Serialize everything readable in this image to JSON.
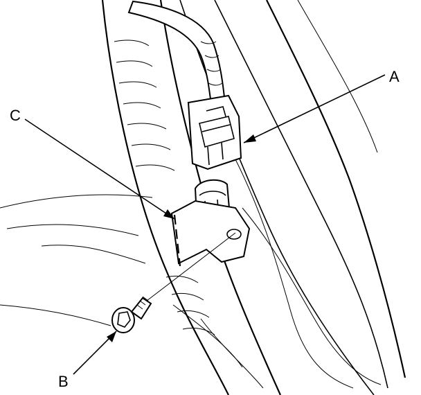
{
  "diagram": {
    "callouts": {
      "a": "A",
      "b": "B",
      "c": "C"
    },
    "colors": {
      "line": "#000000",
      "background": "#ffffff"
    },
    "parts": [
      "connector-plug",
      "sensor-bracket",
      "flange-bolt",
      "wire-harness",
      "pillar-panel"
    ]
  }
}
